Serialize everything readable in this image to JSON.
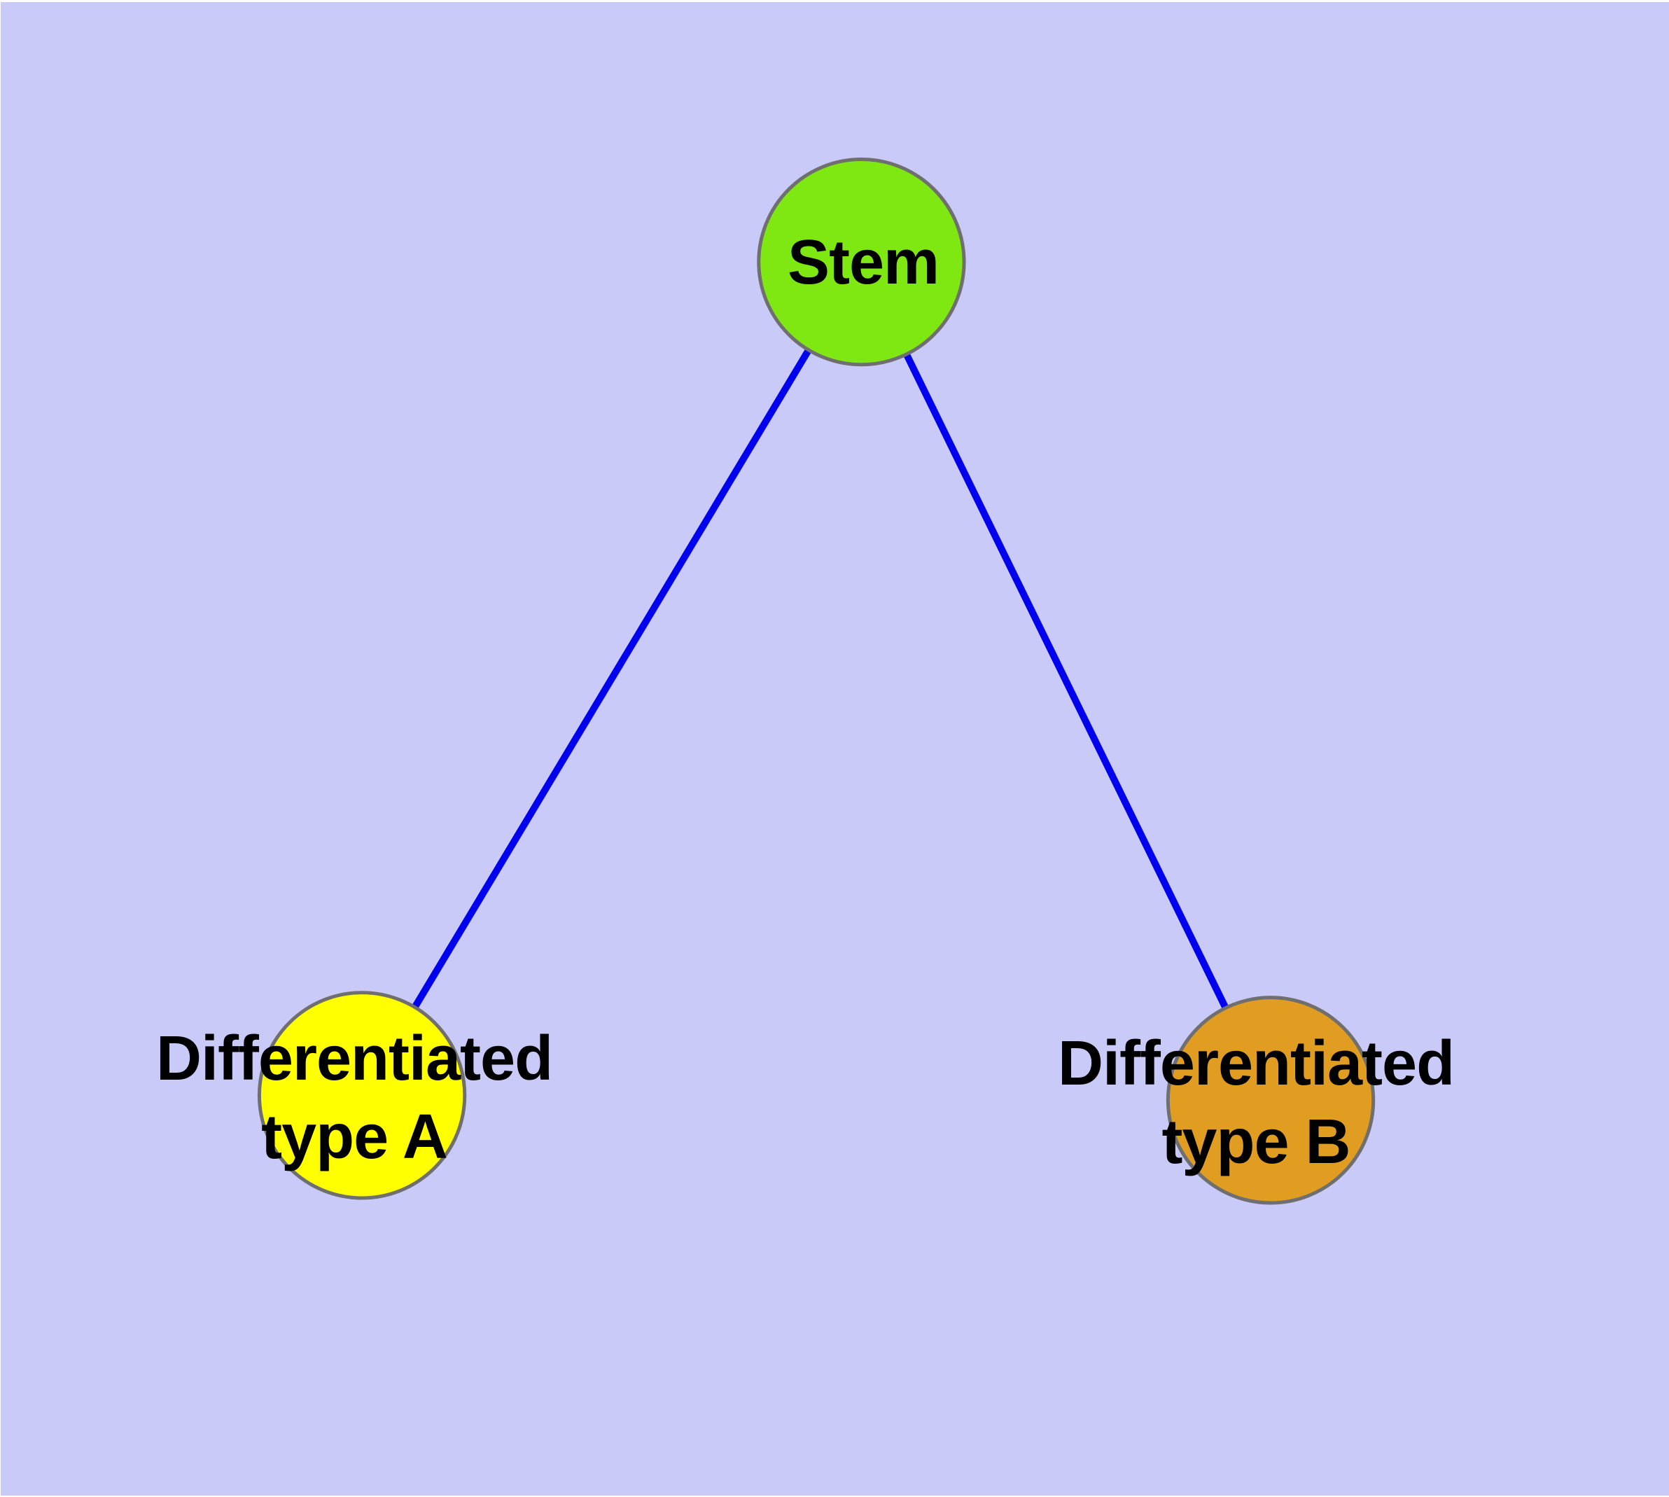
{
  "colors": {
    "background": "#CACAF8",
    "edge": "#0000EE",
    "node_border": "#6F6F6F",
    "label_text": "#000000",
    "stem_fill": "#7FE812",
    "type_a_fill": "#FFFF00",
    "type_b_fill": "#E19D22"
  },
  "graph": {
    "nodes": [
      {
        "id": "stem",
        "label": "Stem",
        "color": "#7FE812"
      },
      {
        "id": "differentiated-type-a",
        "label_line1": "Differentiated",
        "label_line2": "type A",
        "color": "#FFFF00"
      },
      {
        "id": "differentiated-type-b",
        "label_line1": "Differentiated",
        "label_line2": "type B",
        "color": "#E19D22"
      }
    ],
    "edges": [
      {
        "from": "stem",
        "to": "differentiated-type-a"
      },
      {
        "from": "stem",
        "to": "differentiated-type-b"
      }
    ]
  }
}
